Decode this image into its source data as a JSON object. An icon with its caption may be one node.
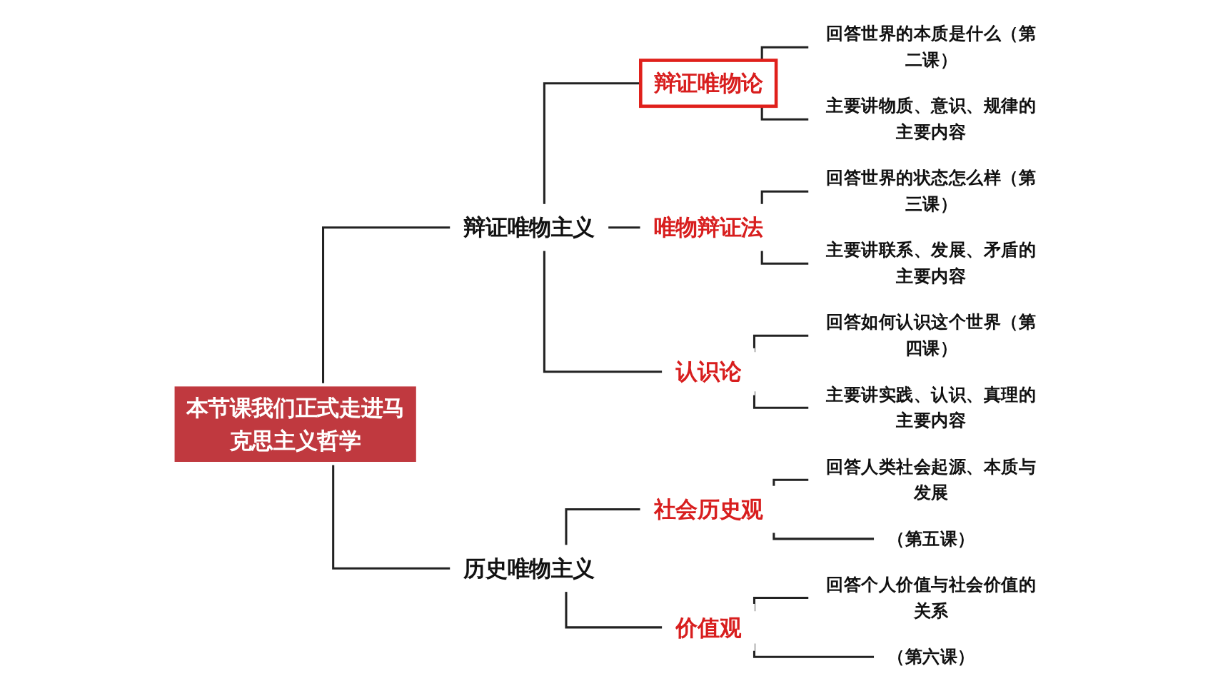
{
  "diagram": {
    "nodes": [
      {
        "text": [
          "本节课我们正式走进马克思主义哲学"
        ]
      },
      {
        "text": [
          "辩证唯物主义"
        ]
      },
      {
        "text": [
          "历史唯物主义"
        ]
      },
      {
        "text": [
          "辩证唯物论"
        ]
      },
      {
        "text": [
          "唯物辩证法"
        ]
      },
      {
        "text": [
          "认识论"
        ]
      },
      {
        "text": [
          "社会历史观"
        ]
      },
      {
        "text": [
          "价值观"
        ]
      },
      {
        "text": [
          "回答世界的本质是什么（第二课）"
        ]
      },
      {
        "text": [
          "主要讲物质、意识、规律的主要内容"
        ]
      },
      {
        "text": [
          "回答世界的状态怎么样（第三课）"
        ]
      },
      {
        "text": [
          "主要讲联系、发展、矛盾的主要内容"
        ]
      },
      {
        "text": [
          "回答如何认识这个世界（第四课）"
        ]
      },
      {
        "text": [
          "主要讲实践、认识、真理的主要内容"
        ]
      },
      {
        "text": [
          "回答人类社会起源、本质与发展"
        ]
      },
      {
        "text": [
          "（第五课）"
        ]
      },
      {
        "text": [
          "回答个人价值与社会价值的关系"
        ]
      },
      {
        "text": [
          "（第六课）"
        ]
      }
    ],
    "edges": [
      {
        "from": 0,
        "to": 1,
        "arrow": "none"
      },
      {
        "from": 0,
        "to": 2,
        "arrow": "none"
      },
      {
        "from": 1,
        "to": 3,
        "arrow": "none"
      },
      {
        "from": 1,
        "to": 4,
        "arrow": "none"
      },
      {
        "from": 1,
        "to": 5,
        "arrow": "none"
      },
      {
        "from": 2,
        "to": 6,
        "arrow": "none"
      },
      {
        "from": 2,
        "to": 7,
        "arrow": "none"
      },
      {
        "from": 3,
        "to": 8,
        "arrow": "none"
      },
      {
        "from": 3,
        "to": 9,
        "arrow": "none"
      },
      {
        "from": 4,
        "to": 10,
        "arrow": "none"
      },
      {
        "from": 4,
        "to": 11,
        "arrow": "none"
      },
      {
        "from": 5,
        "to": 12,
        "arrow": "none"
      },
      {
        "from": 5,
        "to": 13,
        "arrow": "none"
      },
      {
        "from": 6,
        "to": 14,
        "arrow": "none"
      },
      {
        "from": 6,
        "to": 15,
        "arrow": "none"
      },
      {
        "from": 7,
        "to": 16,
        "arrow": "none"
      },
      {
        "from": 7,
        "to": 17,
        "arrow": "none"
      }
    ]
  }
}
